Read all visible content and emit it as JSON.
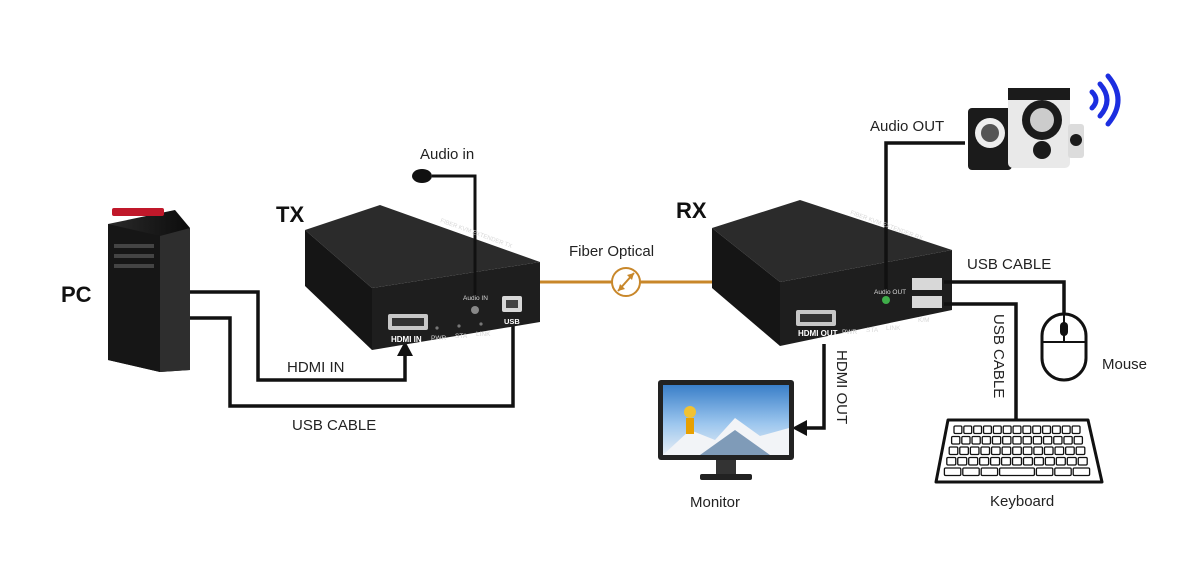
{
  "devices": {
    "pc": "PC",
    "tx": "TX",
    "rx": "RX",
    "monitor": "Monitor",
    "mouse": "Mouse",
    "keyboard": "Keyboard"
  },
  "connections": {
    "audio_in": "Audio in",
    "audio_out": "Audio OUT",
    "fiber": "Fiber Optical",
    "hdmi_in": "HDMI IN",
    "usb_cable_tx": "USB CABLE",
    "usb_cable_rx_h": "USB CABLE",
    "usb_cable_rx_v": "USB CABLE",
    "hdmi_out": "HDMI OUT"
  },
  "tx_panel": {
    "hdmi_in": "HDMI IN",
    "pwr": "PWR",
    "sta": "STA",
    "link": "LINK",
    "audio_in": "Audio IN",
    "usb": "USB",
    "top": "FIBER KVM EXTENDER TX"
  },
  "rx_panel": {
    "hdmi_out": "HDMI OUT",
    "pwr": "PWR",
    "sta": "STA",
    "link": "LINK",
    "audio_out": "Audio OUT",
    "km": "K/M",
    "top": "FIBER KVM EXTENDER RX"
  },
  "colors": {
    "cable": "#111111",
    "fiber": "#c8872a",
    "sound_waves": "#1c2ee0",
    "device_body": "#1b1b1b"
  }
}
